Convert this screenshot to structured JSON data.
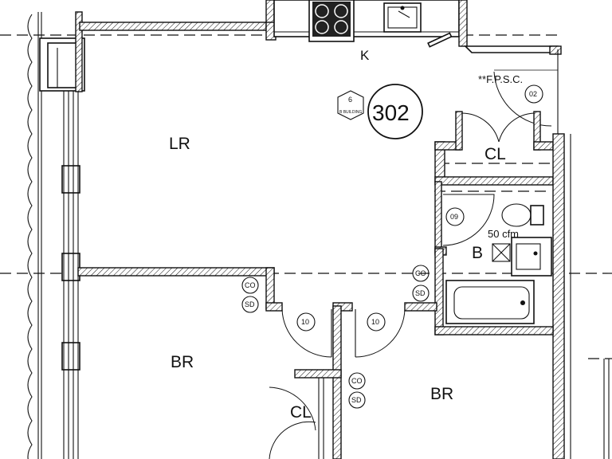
{
  "unit": {
    "number": "302",
    "building_tag_number": "6",
    "building_tag_text": "B BUILDING"
  },
  "rooms": {
    "living_room": "LR",
    "kitchen": "K",
    "bedroom_left": "BR",
    "bedroom_right": "BR",
    "closet_top": "CL",
    "closet_bottom": "CL",
    "bath": "B"
  },
  "fpsc": {
    "label": "**F.P.S.C.",
    "tag": "02"
  },
  "fan": {
    "label": "50 cfm"
  },
  "door_tags": {
    "bath": "09",
    "bedroom_left": "10",
    "bedroom_right": "10"
  },
  "detectors": {
    "co_1": "CO",
    "sd_1": "SD",
    "co_2": "CO",
    "sd_2": "SD",
    "co_3": "CO",
    "sd_3": "SD"
  }
}
